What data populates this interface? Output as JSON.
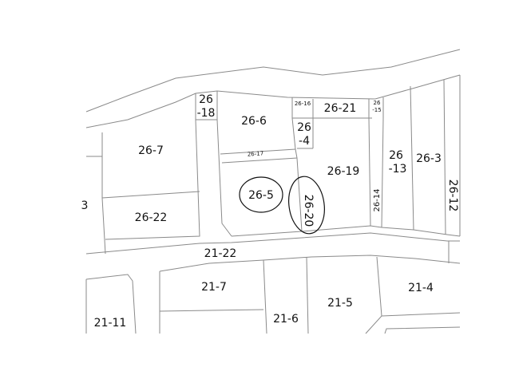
{
  "map": {
    "parcels": [
      {
        "id": "p-26-18",
        "lines": [
          "26",
          "-18"
        ]
      },
      {
        "id": "p-26-6",
        "lines": [
          "26-6"
        ]
      },
      {
        "id": "p-26-16",
        "lines": [
          "26-16"
        ]
      },
      {
        "id": "p-26-21",
        "lines": [
          "26-21"
        ]
      },
      {
        "id": "p-26-15",
        "lines": [
          "26",
          "-15"
        ]
      },
      {
        "id": "p-26-4",
        "lines": [
          "26",
          "-4"
        ]
      },
      {
        "id": "p-26-7",
        "lines": [
          "26-7"
        ]
      },
      {
        "id": "p-26-17",
        "lines": [
          "26-17"
        ]
      },
      {
        "id": "p-26-5",
        "lines": [
          "26-5"
        ]
      },
      {
        "id": "p-26-19",
        "lines": [
          "26-19"
        ]
      },
      {
        "id": "p-26-13",
        "lines": [
          "26",
          "-13"
        ]
      },
      {
        "id": "p-26-3",
        "lines": [
          "26-3"
        ]
      },
      {
        "id": "p-26-12",
        "lines": [
          "26-12"
        ]
      },
      {
        "id": "p-26-14",
        "lines": [
          "26-14"
        ]
      },
      {
        "id": "p-26-20",
        "lines": [
          "26-20"
        ]
      },
      {
        "id": "p-26-22",
        "lines": [
          "26-22"
        ]
      },
      {
        "id": "p-partial-3",
        "lines": [
          "3"
        ]
      },
      {
        "id": "p-21-22",
        "lines": [
          "21-22"
        ]
      },
      {
        "id": "p-21-7",
        "lines": [
          "21-7"
        ]
      },
      {
        "id": "p-21-4",
        "lines": [
          "21-4"
        ]
      },
      {
        "id": "p-21-5",
        "lines": [
          "21-5"
        ]
      },
      {
        "id": "p-21-6",
        "lines": [
          "21-6"
        ]
      },
      {
        "id": "p-21-11",
        "lines": [
          "21-11"
        ]
      }
    ],
    "highlighted": [
      "26-5",
      "26-20"
    ]
  }
}
